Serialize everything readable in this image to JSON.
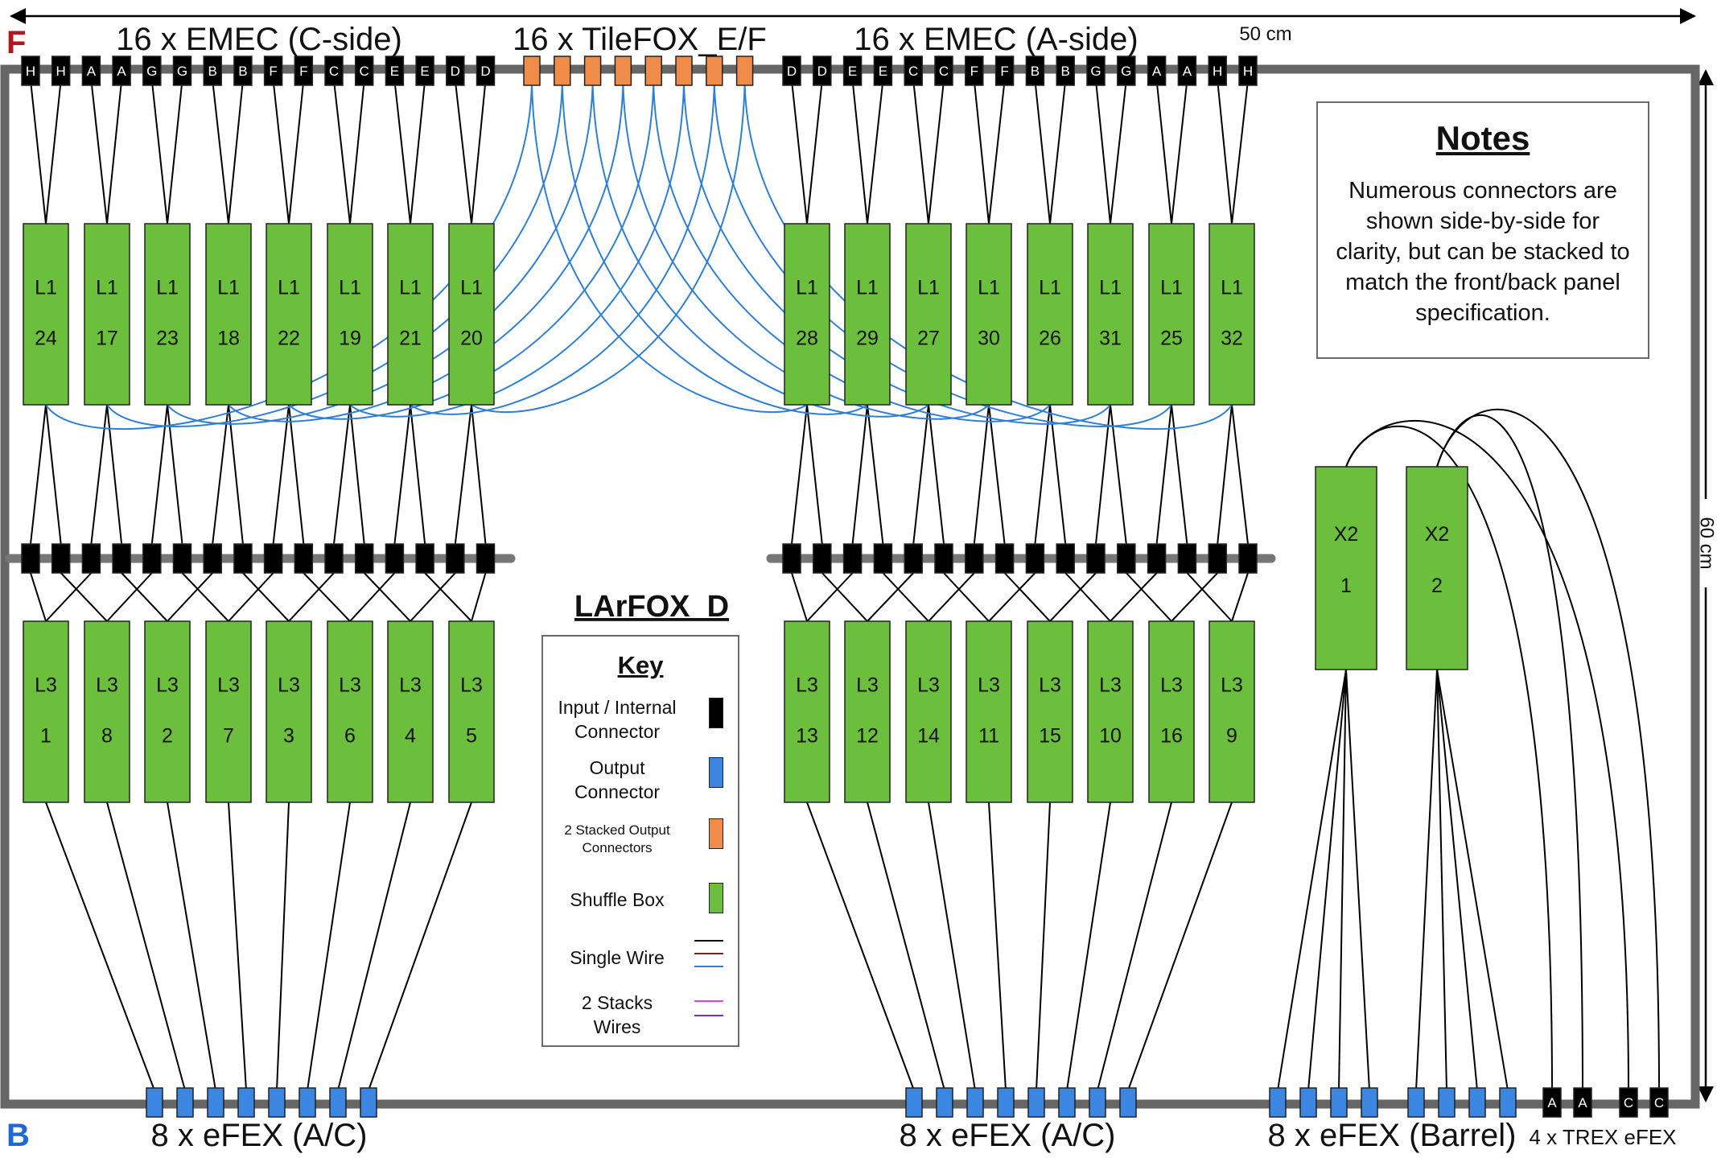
{
  "labels": {
    "top_c_side": "16 x EMEC (C-side)",
    "top_tilefox": "16 x TileFOX_E/F",
    "top_a_side": "16 x EMEC (A-side)",
    "width_dim": "50 cm",
    "height_dim": "60 cm",
    "front_mark": "F",
    "back_mark": "B",
    "title": "LArFOX_D",
    "bottom_efex_left": "8 x eFEX (A/C)",
    "bottom_efex_mid": "8 x eFEX (A/C)",
    "bottom_efex_barrel": "8 x eFEX (Barrel)",
    "bottom_trex": "4 x TREX eFEX"
  },
  "top_connectors_left": [
    "H",
    "H",
    "A",
    "A",
    "G",
    "G",
    "B",
    "B",
    "F",
    "F",
    "C",
    "C",
    "E",
    "E",
    "D",
    "D"
  ],
  "top_connectors_right": [
    "D",
    "D",
    "E",
    "E",
    "C",
    "C",
    "F",
    "F",
    "B",
    "B",
    "G",
    "G",
    "A",
    "A",
    "H",
    "H"
  ],
  "trex_connectors": [
    "A",
    "A",
    "C",
    "C"
  ],
  "l1_left": [
    {
      "stage": "L1",
      "num": "24"
    },
    {
      "stage": "L1",
      "num": "17"
    },
    {
      "stage": "L1",
      "num": "23"
    },
    {
      "stage": "L1",
      "num": "18"
    },
    {
      "stage": "L1",
      "num": "22"
    },
    {
      "stage": "L1",
      "num": "19"
    },
    {
      "stage": "L1",
      "num": "21"
    },
    {
      "stage": "L1",
      "num": "20"
    }
  ],
  "l1_right": [
    {
      "stage": "L1",
      "num": "28"
    },
    {
      "stage": "L1",
      "num": "29"
    },
    {
      "stage": "L1",
      "num": "27"
    },
    {
      "stage": "L1",
      "num": "30"
    },
    {
      "stage": "L1",
      "num": "26"
    },
    {
      "stage": "L1",
      "num": "31"
    },
    {
      "stage": "L1",
      "num": "25"
    },
    {
      "stage": "L1",
      "num": "32"
    }
  ],
  "l3_left": [
    {
      "stage": "L3",
      "num": "1"
    },
    {
      "stage": "L3",
      "num": "8"
    },
    {
      "stage": "L3",
      "num": "2"
    },
    {
      "stage": "L3",
      "num": "7"
    },
    {
      "stage": "L3",
      "num": "3"
    },
    {
      "stage": "L3",
      "num": "6"
    },
    {
      "stage": "L3",
      "num": "4"
    },
    {
      "stage": "L3",
      "num": "5"
    }
  ],
  "l3_right": [
    {
      "stage": "L3",
      "num": "13"
    },
    {
      "stage": "L3",
      "num": "12"
    },
    {
      "stage": "L3",
      "num": "14"
    },
    {
      "stage": "L3",
      "num": "11"
    },
    {
      "stage": "L3",
      "num": "15"
    },
    {
      "stage": "L3",
      "num": "10"
    },
    {
      "stage": "L3",
      "num": "16"
    },
    {
      "stage": "L3",
      "num": "9"
    }
  ],
  "x2_boxes": [
    {
      "stage": "X2",
      "num": "1"
    },
    {
      "stage": "X2",
      "num": "2"
    }
  ],
  "notes": {
    "title": "Notes",
    "text": "Numerous connectors are shown side-by-side for clarity, but can be stacked to match the front/back panel specification."
  },
  "key": {
    "title": "Key",
    "input_connector": "Input / Internal Connector",
    "output_connector": "Output Connector",
    "stacked_output": "2 Stacked Output Connectors",
    "shuffle_box": "Shuffle Box",
    "single_wire": "Single Wire",
    "two_stacks_wires": "2 Stacks Wires"
  },
  "colors": {
    "frame": "#666666",
    "shuffle_box": "#6cbf3c",
    "input_connector": "#000000",
    "output_connector": "#3b86e0",
    "stacked_output": "#f08c4a",
    "blue_wire": "#2f7fd6",
    "dark_red_wire": "#8b1a1a",
    "magenta_wire": "#ff33ff",
    "purple_wire": "#7a2fd6",
    "front_mark": "#b01820",
    "back_mark": "#1f66d6"
  }
}
